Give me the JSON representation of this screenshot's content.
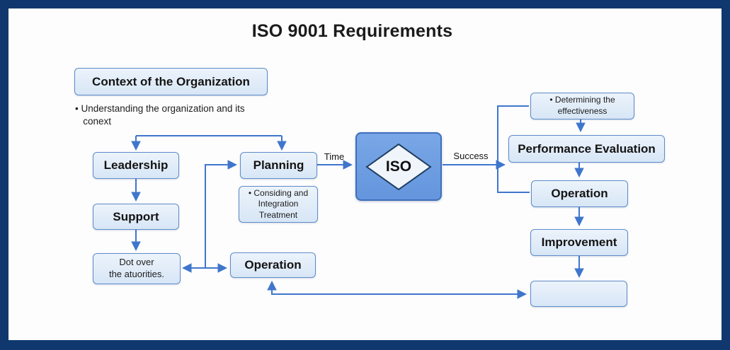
{
  "title": "ISO 9001 Requirements",
  "colors": {
    "frame_border": "#10386e",
    "canvas_bg": "#fdfdfe",
    "node_fill": "#dce9f7",
    "node_border": "#5e8cc9",
    "arrow": "#3f76cc",
    "iso_square_fill": "#6d9ee2",
    "iso_square_border": "#3f6fbd",
    "diamond_fill": "#eff5fb",
    "diamond_border": "#203f63"
  },
  "nodes": {
    "context": "Context of the Organization",
    "context_note": "• Understanding the organization and its\n   conext",
    "leadership": "Leadership",
    "support": "Support",
    "authorities": "Dot over\nthe atuorities.",
    "planning": "Planning",
    "planning_note": "• Considing and\nIntegration\nTreatment",
    "operation_mid": "Operation",
    "iso": "ISO",
    "determining_note": "• Determining the\neffectiveness",
    "performance": "Performance Evaluation",
    "operation_right": "Operation",
    "improvement": "Improvement",
    "final": ""
  },
  "edge_labels": {
    "time": "Time",
    "success": "Success"
  }
}
